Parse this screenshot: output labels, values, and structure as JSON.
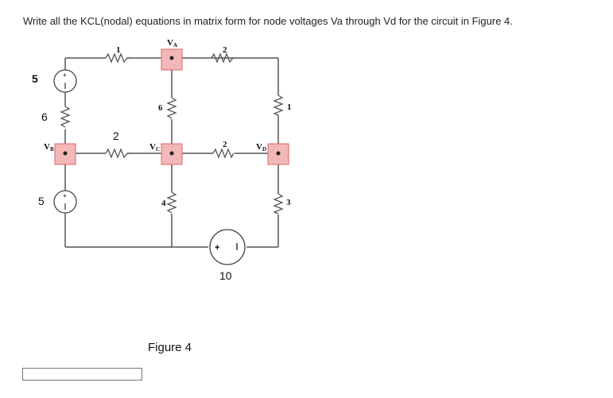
{
  "question": "Write all the KCL(nodal) equations in matrix form for node voltages Va through Vd for the circuit in Figure 4.",
  "figure": {
    "caption": "Figure 4",
    "nodes": {
      "a": "V",
      "a_sub": "A",
      "b": "V",
      "b_sub": "B",
      "c": "V",
      "c_sub": "C",
      "d": "V",
      "d_sub": "D"
    },
    "resistors": {
      "top_left": "1",
      "top_right": "2",
      "mid_center": "6",
      "right_upper": "1",
      "left_upper": "6",
      "mid_left": "2",
      "mid_right": "2",
      "lower_center": "4",
      "right_lower": "3"
    },
    "sources": {
      "upper_left": "5",
      "lower_left": "5",
      "bottom": "10",
      "plus": "+",
      "minus": "-"
    }
  },
  "answer": {
    "value": ""
  }
}
